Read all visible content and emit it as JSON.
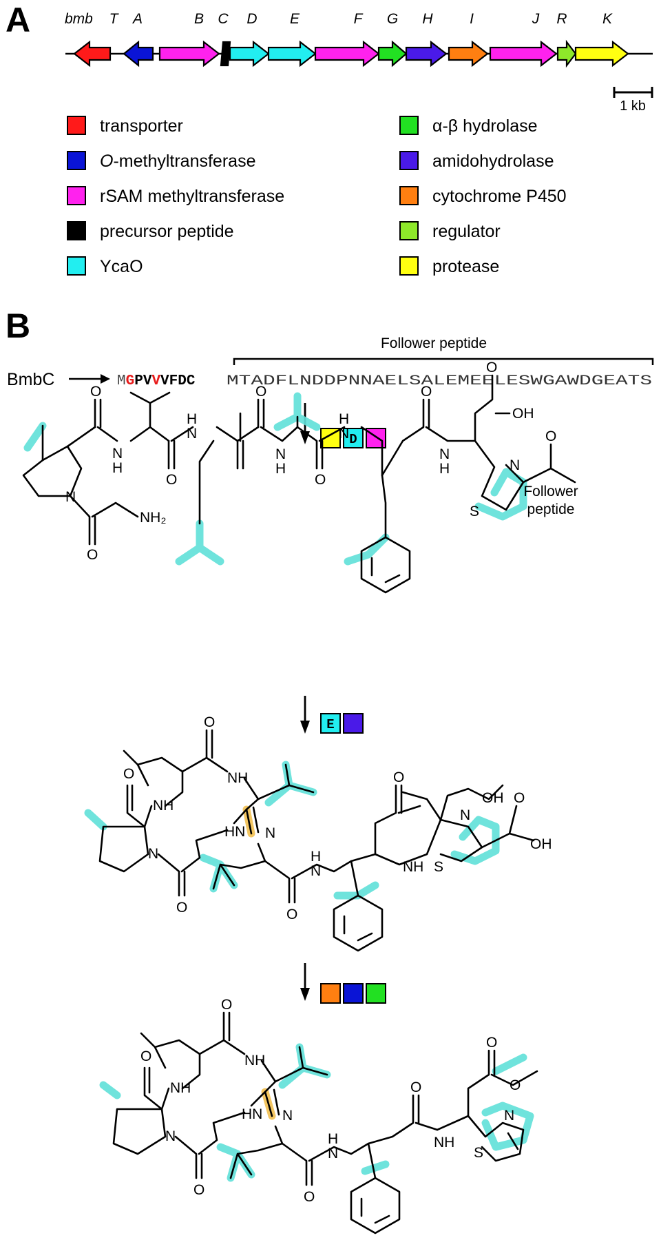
{
  "panel_labels": {
    "a": "A",
    "b": "B"
  },
  "cluster": {
    "prefix": "bmb",
    "genes": [
      {
        "letter": "T",
        "color": "#ff1a1a",
        "role": "transporter",
        "dir": "left"
      },
      {
        "letter": "A",
        "color": "#0a14d6",
        "role": "O-methyltransferase",
        "dir": "left"
      },
      {
        "letter": "B",
        "color": "#ff22ee",
        "role": "rSAM methyltransferase",
        "dir": "right"
      },
      {
        "letter": "C",
        "color": "#000000",
        "role": "precursor peptide",
        "dir": "right"
      },
      {
        "letter": "D",
        "color": "#22eef0",
        "role": "YcaO",
        "dir": "right"
      },
      {
        "letter": "E",
        "color": "#22eef0",
        "role": "YcaO",
        "dir": "right"
      },
      {
        "letter": "F",
        "color": "#ff22ee",
        "role": "rSAM methyltransferase",
        "dir": "right"
      },
      {
        "letter": "G",
        "color": "#22e022",
        "role": "α-β hydrolase",
        "dir": "right"
      },
      {
        "letter": "H",
        "color": "#4a1ae8",
        "role": "amidohydrolase",
        "dir": "right"
      },
      {
        "letter": "I",
        "color": "#ff7f11",
        "role": "cytochrome P450",
        "dir": "right"
      },
      {
        "letter": "J",
        "color": "#ff22ee",
        "role": "rSAM methyltransferase",
        "dir": "right"
      },
      {
        "letter": "R",
        "color": "#8ee82a",
        "role": "regulator",
        "dir": "right"
      },
      {
        "letter": "K",
        "color": "#ffff11",
        "role": "protease",
        "dir": "right"
      }
    ],
    "scale_label": "1 kb"
  },
  "legend": {
    "left": [
      {
        "color": "#ff1a1a",
        "label": "transporter"
      },
      {
        "color": "#0a14d6",
        "label_prefix": "O",
        "label": "-methyltransferase"
      },
      {
        "color": "#ff22ee",
        "label": "rSAM methyltransferase"
      },
      {
        "color": "#000000",
        "label": "precursor peptide"
      },
      {
        "color": "#22eef0",
        "label": "YcaO"
      }
    ],
    "right": [
      {
        "color": "#22e022",
        "label": "α-β hydrolase"
      },
      {
        "color": "#4a1ae8",
        "label": "amidohydrolase"
      },
      {
        "color": "#ff7f11",
        "label": "cytochrome P450"
      },
      {
        "color": "#8ee82a",
        "label": "regulator"
      },
      {
        "color": "#ffff11",
        "label": "protease"
      }
    ]
  },
  "precursor": {
    "name": "BmbC",
    "core": [
      {
        "t": "M",
        "style": "plain"
      },
      {
        "t": "G",
        "style": "red"
      },
      {
        "t": "PV",
        "style": "bold"
      },
      {
        "t": "V",
        "style": "red"
      },
      {
        "t": "VFDC",
        "style": "bold"
      }
    ],
    "follower_seq": "MTADFLNDDPNNAELSALEMEELESWGAWDGEATS",
    "follower_bracket": "Follower peptide"
  },
  "steps": [
    {
      "boxes": [
        {
          "color": "#ffff11",
          "label": ""
        },
        {
          "color": "#22eef0",
          "label": "D"
        },
        {
          "color": "#ff22ee",
          "label": ""
        }
      ]
    },
    {
      "boxes": [
        {
          "color": "#22eef0",
          "label": "E"
        },
        {
          "color": "#4a1ae8",
          "label": ""
        }
      ]
    },
    {
      "boxes": [
        {
          "color": "#ff7f11",
          "label": ""
        },
        {
          "color": "#0a14d6",
          "label": ""
        },
        {
          "color": "#22e022",
          "label": ""
        }
      ]
    }
  ],
  "structure_labels": {
    "follower_l1": "Follower",
    "follower_l2": "peptide",
    "o": "O",
    "n": "N",
    "h": "H",
    "nh": "NH",
    "s": "S",
    "oh": "OH",
    "nh2": "NH₂",
    "hn": "HN"
  }
}
